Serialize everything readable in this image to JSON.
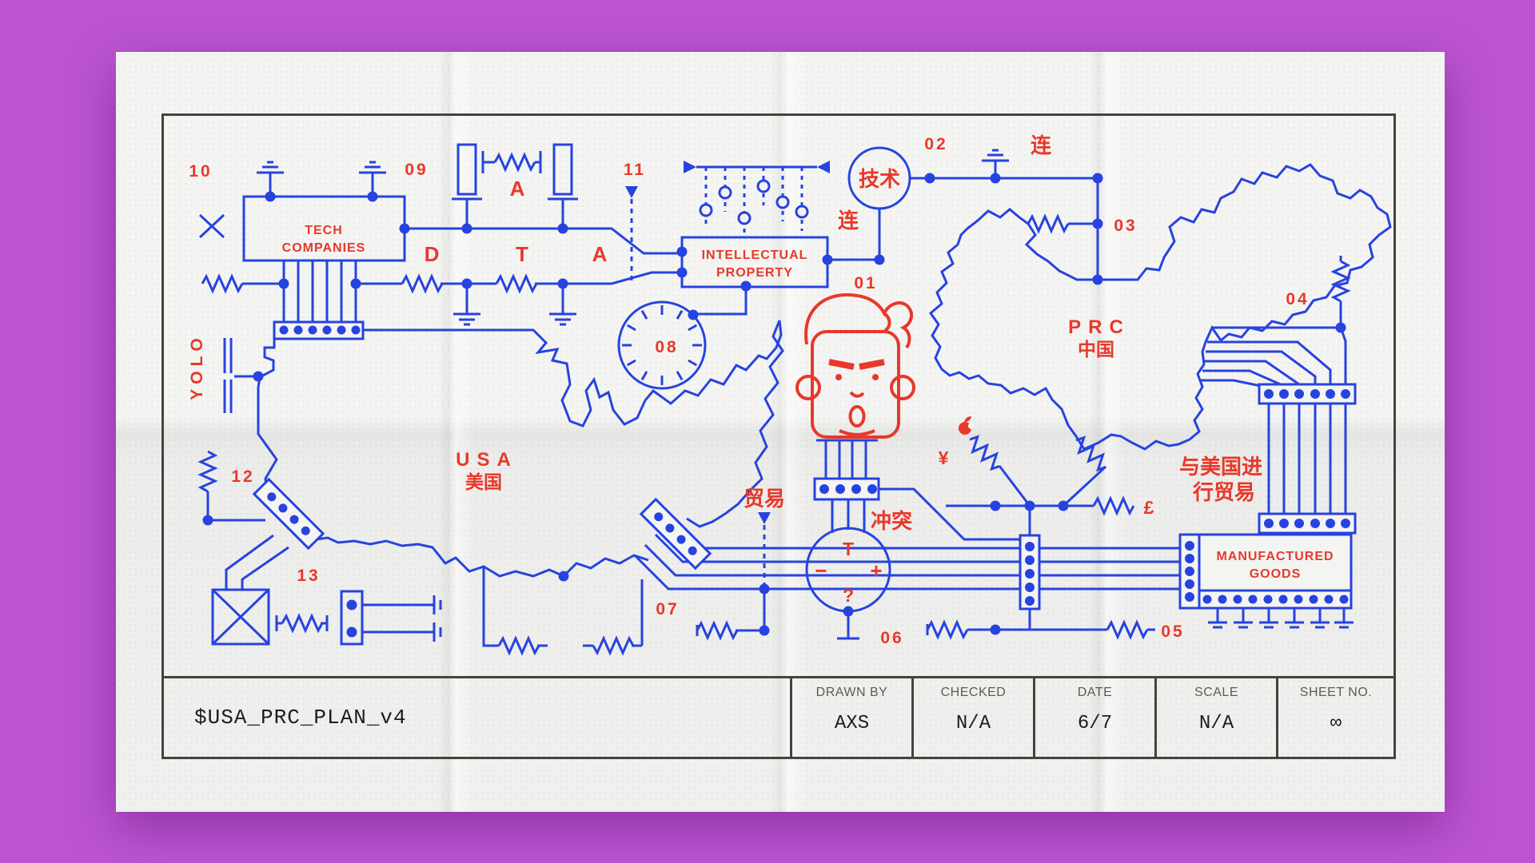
{
  "colors": {
    "blue": "#2743df",
    "red": "#e8382a",
    "paper": "#f4f4f2",
    "background": "#bd54d3",
    "frame": "#45433f"
  },
  "schematic": {
    "boxes": {
      "tech": {
        "line1": "TECH",
        "line2": "COMPANIES"
      },
      "ip": {
        "line1": "INTELLECTUAL",
        "line2": "PROPERTY"
      },
      "mg": {
        "line1": "MANUFACTURED",
        "line2": "GOODS"
      }
    },
    "regions": {
      "usa": {
        "name": "USA",
        "name_cn": "美国"
      },
      "prc": {
        "name": "PRC",
        "name_cn": "中国"
      }
    },
    "chinese": {
      "technology": "技术",
      "connect_a": "连",
      "connect_b": "连",
      "trade": "贸易",
      "conflict": "冲突",
      "trade_with_usa_1": "与美国进",
      "trade_with_usa_2": "行贸易"
    },
    "letters": {
      "d": "D",
      "t": "T",
      "a_top": "A",
      "a_mid": "A"
    },
    "transformer": {
      "top": "T",
      "minus": "−",
      "plus": "+",
      "question": "?"
    },
    "currency": {
      "yen": "¥",
      "pound": "£"
    },
    "yolo": "YOLO",
    "numbers": {
      "n01": "01",
      "n02": "02",
      "n03": "03",
      "n04": "04",
      "n05": "05",
      "n06": "06",
      "n07": "07",
      "n08": "08",
      "n09": "09",
      "n10": "10",
      "n11": "11",
      "n12": "12",
      "n13": "13"
    }
  },
  "title_block": {
    "plan_name": "$USA_PRC_PLAN_v4",
    "columns": [
      {
        "label": "DRAWN BY",
        "value": "AXS"
      },
      {
        "label": "CHECKED",
        "value": "N/A"
      },
      {
        "label": "DATE",
        "value": "6/7"
      },
      {
        "label": "SCALE",
        "value": "N/A"
      },
      {
        "label": "SHEET NO.",
        "value": "∞"
      }
    ]
  }
}
